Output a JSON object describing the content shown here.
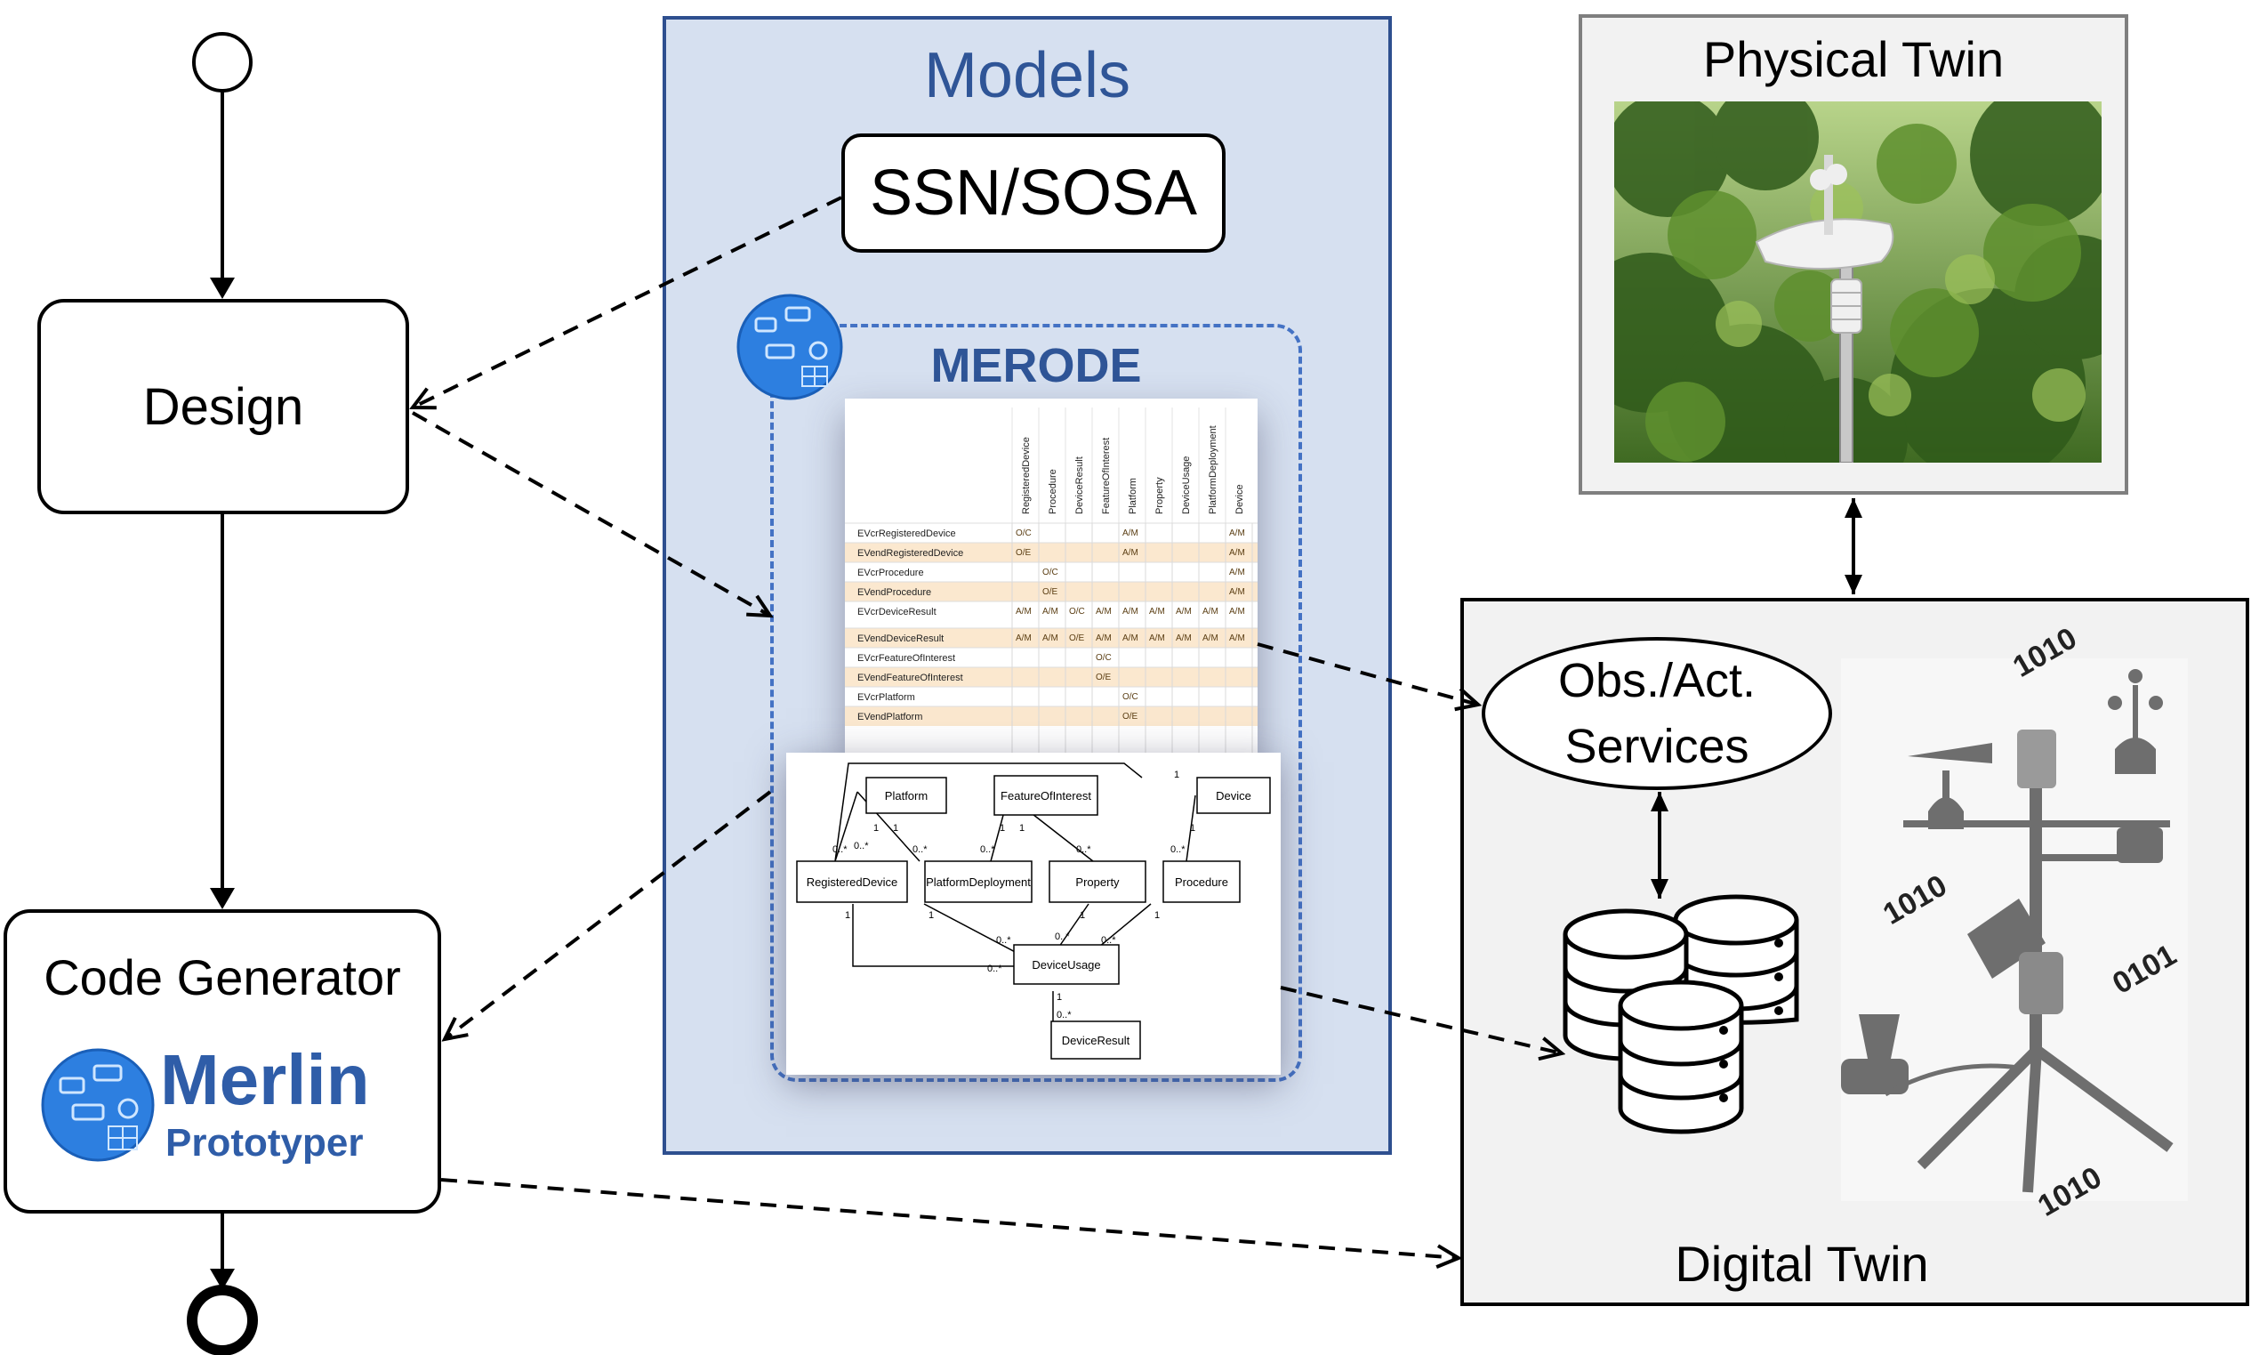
{
  "flow": {
    "design_label": "Design",
    "codegen_label": "Code Generator",
    "merlin_name": "Merlin",
    "merlin_sub": "Prototyper"
  },
  "models": {
    "title": "Models",
    "ssn_label": "SSN/SOSA",
    "merode_label": "MERODE"
  },
  "matrix": {
    "columns": [
      "RegisteredDevice",
      "Procedure",
      "DeviceResult",
      "FeatureOfInterest",
      "Platform",
      "Property",
      "DeviceUsage",
      "PlatformDeployment",
      "Device"
    ],
    "rows": [
      {
        "label": "EVcrRegisteredDevice",
        "cells": [
          "O/C",
          "",
          "",
          "",
          "A/M",
          "",
          "",
          "",
          "A/M"
        ]
      },
      {
        "label": "EVendRegisteredDevice",
        "cells": [
          "O/E",
          "",
          "",
          "",
          "A/M",
          "",
          "",
          "",
          "A/M"
        ]
      },
      {
        "label": "EVcrProcedure",
        "cells": [
          "",
          "O/C",
          "",
          "",
          "",
          "",
          "",
          "",
          "A/M"
        ]
      },
      {
        "label": "EVendProcedure",
        "cells": [
          "",
          "O/E",
          "",
          "",
          "",
          "",
          "",
          "",
          "A/M"
        ]
      },
      {
        "label": "EVcrDeviceResult",
        "cells": [
          "A/M",
          "A/M",
          "O/C",
          "A/M",
          "A/M",
          "A/M",
          "A/M",
          "A/M",
          "A/M"
        ]
      },
      {
        "label": "EVendDeviceResult",
        "cells": [
          "A/M",
          "A/M",
          "O/E",
          "A/M",
          "A/M",
          "A/M",
          "A/M",
          "A/M",
          "A/M"
        ]
      },
      {
        "label": "EVcrFeatureOfInterest",
        "cells": [
          "",
          "",
          "",
          "O/C",
          "",
          "",
          "",
          "",
          ""
        ]
      },
      {
        "label": "EVendFeatureOfInterest",
        "cells": [
          "",
          "",
          "",
          "O/E",
          "",
          "",
          "",
          "",
          ""
        ]
      },
      {
        "label": "EVcrPlatform",
        "cells": [
          "",
          "",
          "",
          "",
          "O/C",
          "",
          "",
          "",
          ""
        ]
      },
      {
        "label": "EVendPlatform",
        "cells": [
          "",
          "",
          "",
          "",
          "O/E",
          "",
          "",
          "",
          ""
        ]
      }
    ]
  },
  "classes": {
    "platform": "Platform",
    "feature": "FeatureOfInterest",
    "device": "Device",
    "registered": "RegisteredDevice",
    "deployment": "PlatformDeployment",
    "property": "Property",
    "procedure": "Procedure",
    "usage": "DeviceUsage",
    "result": "DeviceResult",
    "one": "1",
    "many": "0..*"
  },
  "twins": {
    "physical_title": "Physical Twin",
    "digital_title": "Digital Twin",
    "obs_line1": "Obs./Act.",
    "obs_line2": "Services",
    "bits": [
      "1010",
      "1010",
      "0101",
      "1010"
    ]
  }
}
